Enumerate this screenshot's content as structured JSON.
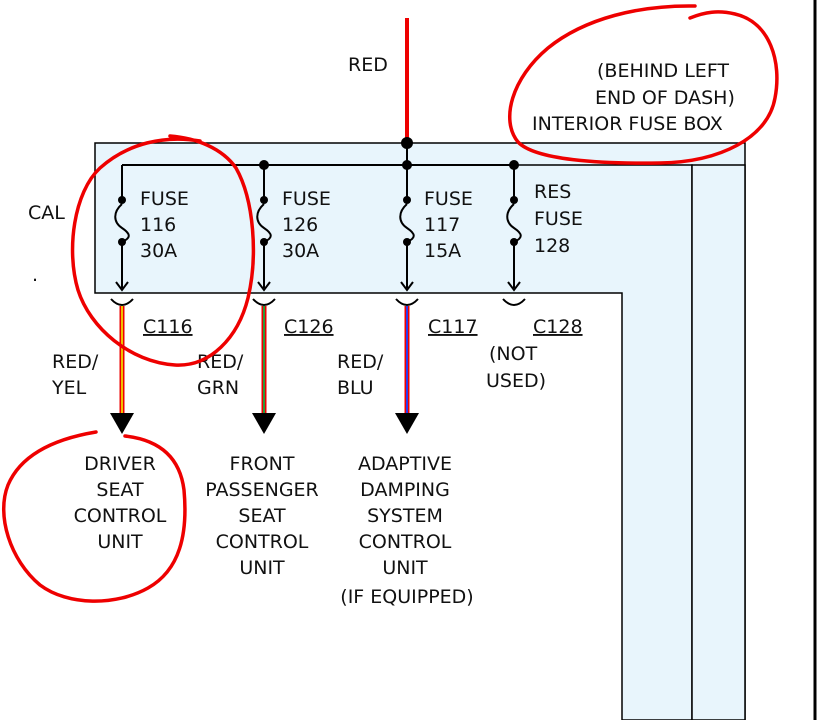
{
  "colors": {
    "box_fill": "#e8f5fc",
    "line": "#000000",
    "red_wire": "#ee0000",
    "annotation": "#ee0000",
    "yellow_stripe": "#f0c000",
    "green_stripe": "#2e9a3a",
    "blue_stripe": "#2a3aee"
  },
  "feed_wire": {
    "color_label": "RED"
  },
  "fuse_box": {
    "location_label": [
      "(BEHIND LEFT",
      "END OF DASH)",
      "INTERIOR FUSE BOX"
    ]
  },
  "left_edge_labels": [
    "CAL",
    "."
  ],
  "fuses": [
    {
      "label": [
        "FUSE",
        "116",
        "30A"
      ],
      "connector": "C116",
      "wire": [
        "RED/",
        "YEL"
      ],
      "load": [
        "DRIVER",
        "SEAT",
        "CONTROL",
        "UNIT"
      ]
    },
    {
      "label": [
        "FUSE",
        "126",
        "30A"
      ],
      "connector": "C126",
      "wire": [
        "RED/",
        "GRN"
      ],
      "load": [
        "FRONT",
        "PASSENGER",
        "SEAT",
        "CONTROL",
        "UNIT"
      ]
    },
    {
      "label": [
        "FUSE",
        "117",
        "15A"
      ],
      "connector": "C117",
      "wire": [
        "RED/",
        "BLU"
      ],
      "load": [
        "ADAPTIVE",
        "DAMPING",
        "SYSTEM",
        "CONTROL",
        "UNIT",
        "(IF EQUIPPED)"
      ]
    },
    {
      "label": [
        "RES",
        "FUSE",
        "128"
      ],
      "connector": "C128",
      "note": [
        "(NOT",
        "USED)"
      ]
    }
  ]
}
